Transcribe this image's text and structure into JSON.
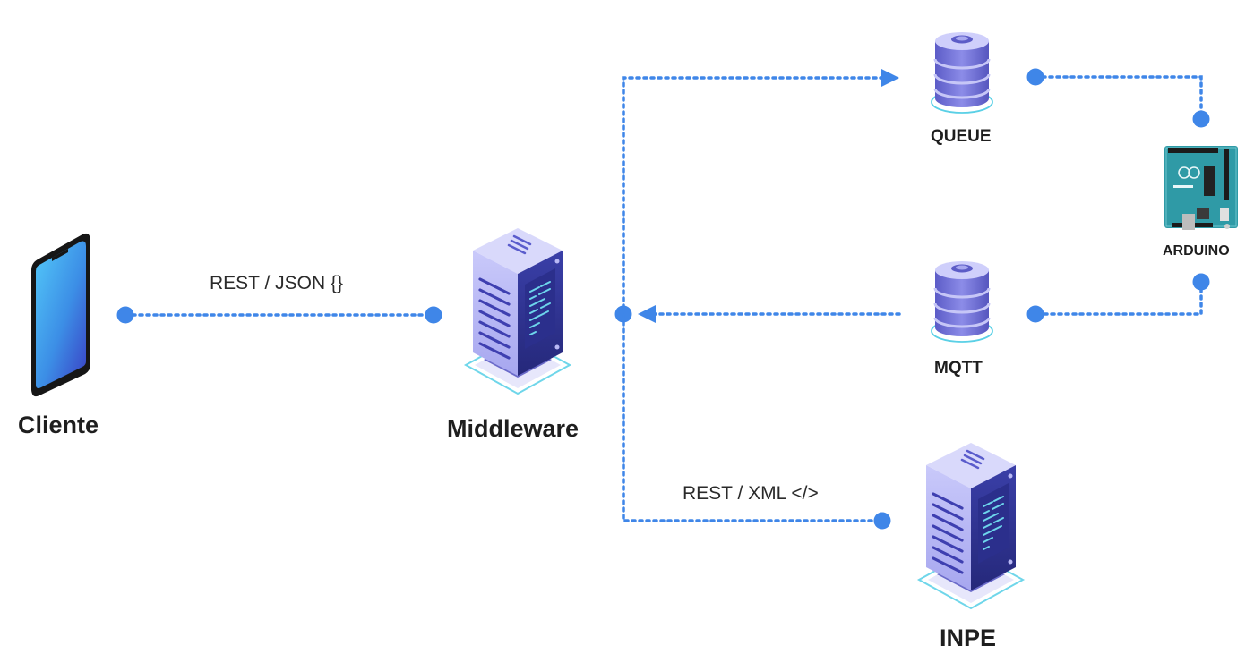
{
  "nodes": {
    "cliente": {
      "label": "Cliente",
      "kind": "smartphone"
    },
    "middleware": {
      "label": "Middleware",
      "kind": "server"
    },
    "queue": {
      "label": "QUEUE",
      "kind": "database"
    },
    "mqtt": {
      "label": "MQTT",
      "kind": "database"
    },
    "arduino": {
      "label": "ARDUINO",
      "kind": "arduino-board"
    },
    "inpe": {
      "label": "INPE",
      "kind": "server"
    }
  },
  "edges": {
    "cliente_middleware": {
      "label": "REST / JSON {}",
      "from": "cliente",
      "to": "middleware",
      "style": "dotted"
    },
    "middleware_queue": {
      "label": "",
      "from": "middleware",
      "to": "queue",
      "style": "dotted-arrow"
    },
    "mqtt_middleware": {
      "label": "",
      "from": "mqtt",
      "to": "middleware",
      "style": "dotted-arrow"
    },
    "middleware_inpe": {
      "label": "REST / XML </>",
      "from": "middleware",
      "to": "inpe",
      "style": "dotted"
    },
    "queue_arduino": {
      "label": "",
      "from": "queue",
      "to": "arduino",
      "style": "dotted"
    },
    "arduino_mqtt": {
      "label": "",
      "from": "arduino",
      "to": "mqtt",
      "style": "dotted"
    }
  },
  "colors": {
    "connector": "#3f86e8",
    "server_light": "#b8b8f5",
    "server_dark": "#6f6fd3",
    "server_panel": "#2b2f8c",
    "server_accent": "#62d3e8",
    "phone_screen_top": "#4fc3f7",
    "phone_screen_bottom": "#3949c8",
    "phone_body": "#1a1a1a",
    "arduino_board": "#2f9aa6"
  }
}
